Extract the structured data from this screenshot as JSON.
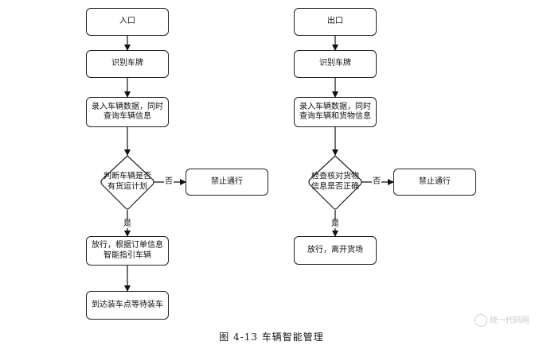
{
  "left_flow": {
    "entry": "入口",
    "recognize": "识别车牌",
    "record_line1": "录入车辆数据，同时",
    "record_line2": "查询车辆信息",
    "decision_line1": "判断车辆是否",
    "decision_line2": "有货运计划",
    "no_label": "否",
    "forbid": "禁止通行",
    "yes_label": "是",
    "release_line1": "放行，根据订单信息",
    "release_line2": "智能指引车辆",
    "arrive": "到达装车点等待装车"
  },
  "right_flow": {
    "exit": "出口",
    "recognize": "识别车牌",
    "record_line1": "录入车辆数据，同时",
    "record_line2": "查询车辆和货物信息",
    "decision_line1": "检查核对货物",
    "decision_line2": "信息是否正确",
    "no_label": "否",
    "forbid": "禁止通行",
    "yes_label": "是",
    "release": "放行，离开货场"
  },
  "caption": "图 4-13    车辆智能管理",
  "watermark": "统一代码网"
}
